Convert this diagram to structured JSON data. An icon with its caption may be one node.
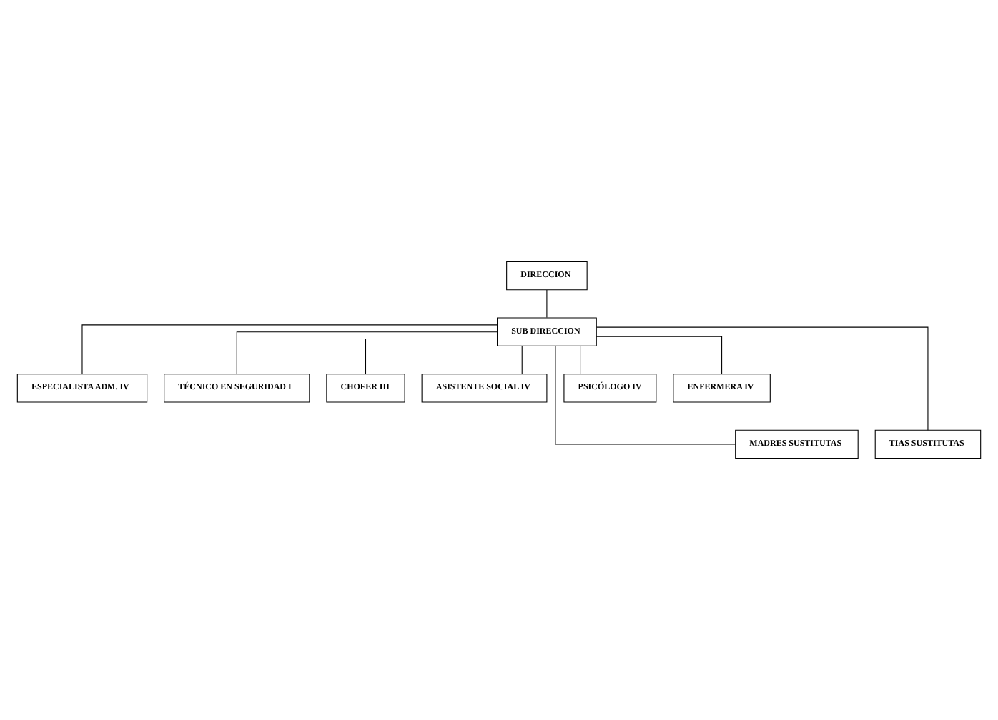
{
  "diagram": {
    "nodes": [
      {
        "text": [
          "DIRECCION"
        ]
      },
      {
        "text": [
          "SUB DIRECCION"
        ]
      },
      {
        "text": [
          "ESPECIALISTA ADM. IV"
        ]
      },
      {
        "text": [
          "TÉCNICO EN SEGURIDAD I"
        ]
      },
      {
        "text": [
          "CHOFER III"
        ]
      },
      {
        "text": [
          "ASISTENTE SOCIAL IV"
        ]
      },
      {
        "text": [
          "PSICÓLOGO IV"
        ]
      },
      {
        "text": [
          "ENFERMERA IV"
        ]
      },
      {
        "text": [
          "MADRES SUSTITUTAS"
        ]
      },
      {
        "text": [
          "TIAS SUSTITUTAS"
        ]
      }
    ],
    "edges": [
      {
        "from": 0,
        "to": 1,
        "arrow": "none"
      },
      {
        "from": 1,
        "to": 2,
        "arrow": "none"
      },
      {
        "from": 1,
        "to": 3,
        "arrow": "none"
      },
      {
        "from": 1,
        "to": 4,
        "arrow": "none"
      },
      {
        "from": 1,
        "to": 5,
        "arrow": "none"
      },
      {
        "from": 1,
        "to": 6,
        "arrow": "none"
      },
      {
        "from": 1,
        "to": 7,
        "arrow": "none"
      },
      {
        "from": 1,
        "to": 8,
        "arrow": "none"
      },
      {
        "from": 1,
        "to": 9,
        "arrow": "none"
      }
    ]
  }
}
